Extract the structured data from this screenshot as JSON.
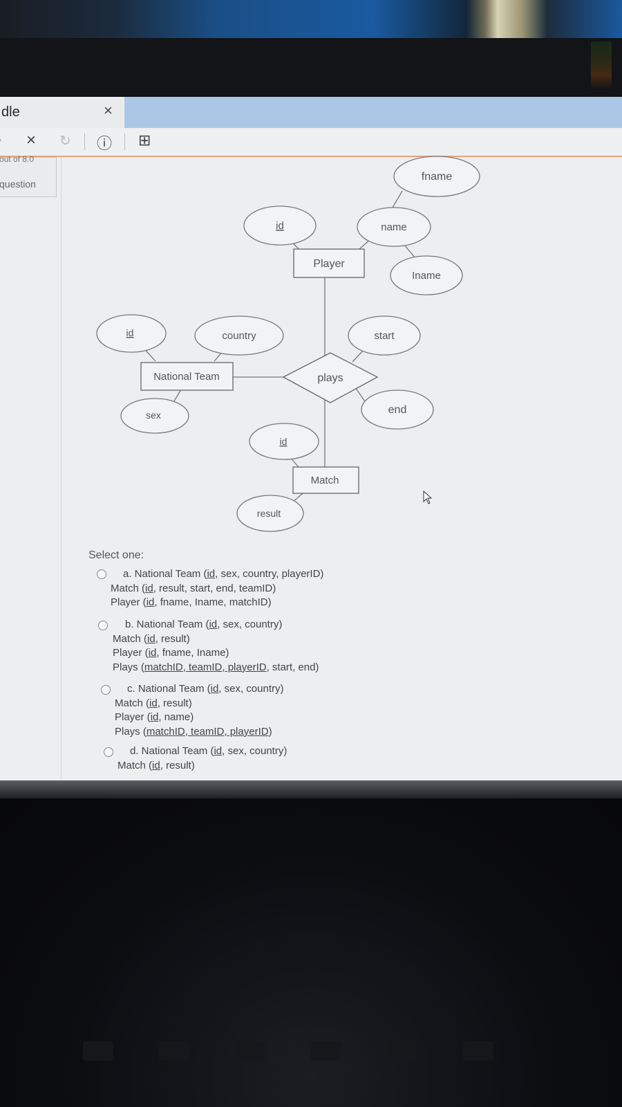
{
  "browser": {
    "tab_title": "dle",
    "tab_close": "×",
    "toolbar_stop": "×",
    "toolbar_reload": "↻",
    "toolbar_info": "ⓘ",
    "toolbar_page": "⊞"
  },
  "sidebar": {
    "score": "out of 8.0",
    "question_label": "question"
  },
  "erd": {
    "player_entity": "Player",
    "player_id": "id",
    "player_name": "name",
    "player_fname": "fname",
    "player_lname": "Iname",
    "team_entity": "National Team",
    "team_id": "id",
    "team_country": "country",
    "team_sex": "sex",
    "relationship": "plays",
    "rel_start": "start",
    "rel_end": "end",
    "match_entity": "Match",
    "match_id": "id",
    "match_result": "result"
  },
  "quiz": {
    "select_one": "Select one:",
    "options": [
      {
        "lines": [
          {
            "prefix": "a. National Team (",
            "key": "id",
            "suffix": ", sex, country, playerID)"
          },
          {
            "prefix": "Match (",
            "key": "id",
            "suffix": ", result, start, end, teamID)"
          },
          {
            "prefix": "Player (",
            "key": "id",
            "suffix": ", fname, Iname, matchID)"
          }
        ]
      },
      {
        "lines": [
          {
            "prefix": "b. National Team (",
            "key": "id",
            "suffix": ", sex, country)"
          },
          {
            "prefix": "Match (",
            "key": "id",
            "suffix": ", result)"
          },
          {
            "prefix": "Player (",
            "key": "id",
            "suffix": ", fname, Iname)"
          },
          {
            "prefix": "Plays (",
            "key": "matchID, teamID, playerID",
            "suffix": ", start, end)"
          }
        ]
      },
      {
        "lines": [
          {
            "prefix": "c. National Team (",
            "key": "id",
            "suffix": ", sex, country)"
          },
          {
            "prefix": "Match (",
            "key": "id",
            "suffix": ", result)"
          },
          {
            "prefix": "Player (",
            "key": "id",
            "suffix": ", name)"
          },
          {
            "prefix": "Plays (",
            "key": "matchID, teamID, playerID",
            "suffix": ")"
          }
        ]
      },
      {
        "lines": [
          {
            "prefix": "d. National Team (",
            "key": "id",
            "suffix": ", sex, country)"
          },
          {
            "prefix": "Match (",
            "key": "id",
            "suffix": ", result)"
          }
        ]
      }
    ]
  }
}
